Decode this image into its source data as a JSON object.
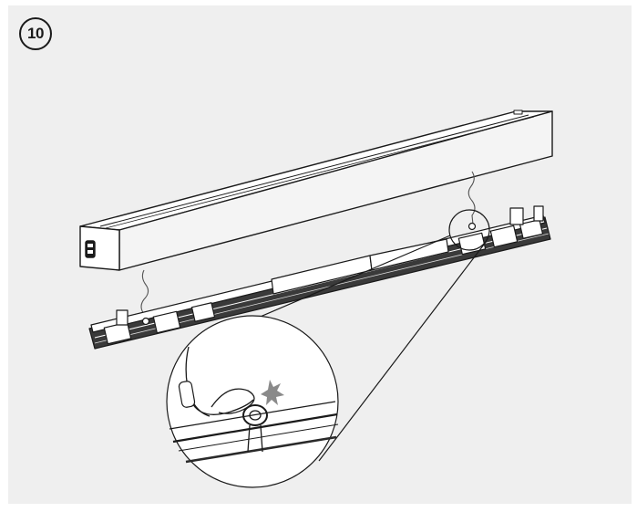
{
  "step": {
    "number": "10"
  },
  "colors": {
    "background": "#efefef",
    "line": "#1a1a1a",
    "fixture_top": "#ffffff",
    "fixture_side": "#f2f2f2",
    "rail": "#2a2a2a",
    "spark": "#8a8a8a"
  },
  "icons": [
    "step-number-badge",
    "light-fixture",
    "mounting-rail",
    "safety-cable",
    "magnifier-detail",
    "spark-icon"
  ]
}
